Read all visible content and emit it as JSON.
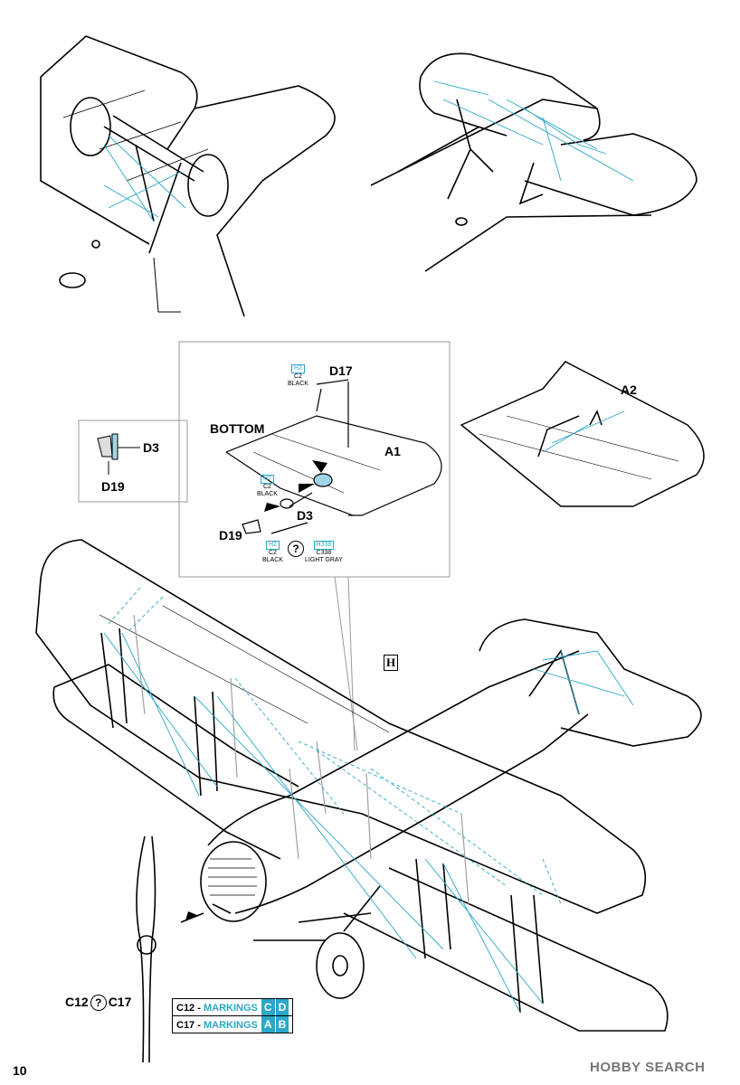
{
  "page_number": "10",
  "watermark": "HOBBY SEARCH",
  "labels": {
    "d17": "D17",
    "bottom": "BOTTOM",
    "a1": "A1",
    "a2": "A2",
    "d3_inset": "D3",
    "d19_inset": "D19",
    "d3_main": "D3",
    "d19_main": "D19",
    "h_ref": "H"
  },
  "paints": {
    "d17": {
      "code": "H2",
      "line1": "C2",
      "line2": "BLACK"
    },
    "d3": {
      "code": "H2",
      "line1": "C2",
      "line2": "BLACK"
    },
    "d19_a": {
      "code": "H2",
      "line1": "C2",
      "line2": "BLACK"
    },
    "d19_b": {
      "code": "H338",
      "line1": "C338",
      "line2": "LIGHT GRAY"
    }
  },
  "propeller_choice": {
    "left": "C12",
    "right": "C17",
    "symbol": "?"
  },
  "legend": [
    {
      "part": "C12",
      "label": "MARKINGS",
      "markings": [
        "C",
        "D"
      ]
    },
    {
      "part": "C17",
      "label": "MARKINGS",
      "markings": [
        "A",
        "B"
      ]
    }
  ],
  "colors": {
    "rigging": "#2aa8c8",
    "line": "#000000",
    "ghost": "#a0a0a0"
  }
}
